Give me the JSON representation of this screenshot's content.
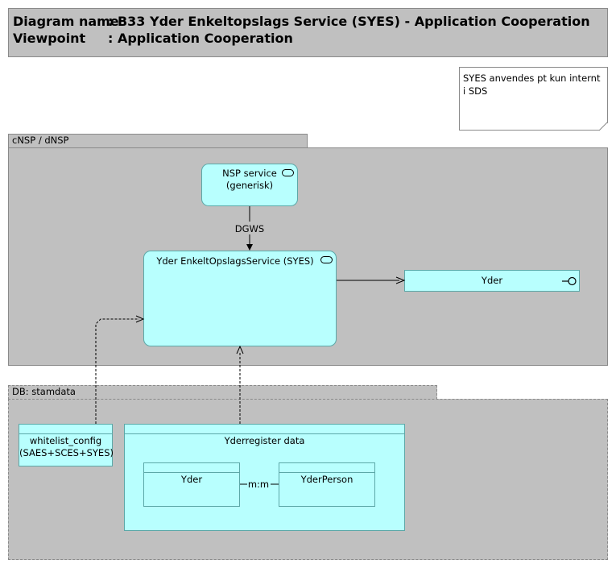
{
  "header": {
    "diagram_name_key": "Diagram name",
    "diagram_name_value": ": B33 Yder Enkeltopslags Service (SYES) - Application Cooperation",
    "viewpoint_key": "Viewpoint",
    "viewpoint_value": ": Application Cooperation"
  },
  "note": {
    "text": "SYES anvendes pt kun internt i SDS"
  },
  "groups": {
    "nsp": {
      "label": "cNSP / dNSP"
    },
    "db": {
      "label": "DB: stamdata"
    }
  },
  "elements": {
    "nsp_service": {
      "label_line1": "NSP service",
      "label_line2": "(generisk)"
    },
    "syes": {
      "label": "Yder EnkeltOpslagsService (SYES)"
    },
    "yder_interface": {
      "label": "Yder"
    },
    "whitelist": {
      "label_line1": "whitelist_config",
      "label_line2": "(SAES+SCES+SYES)"
    },
    "yderregister": {
      "label": "Yderregister data"
    },
    "yder_data": {
      "label": "Yder"
    },
    "yderperson_data": {
      "label": "YderPerson"
    }
  },
  "relations": {
    "dgws": {
      "label": "DGWS"
    },
    "mm": {
      "label": "m:m"
    }
  },
  "colors": {
    "group_fill": "#c0c0c0",
    "element_fill": "#b8fffe",
    "element_border": "#5ca8a8"
  }
}
